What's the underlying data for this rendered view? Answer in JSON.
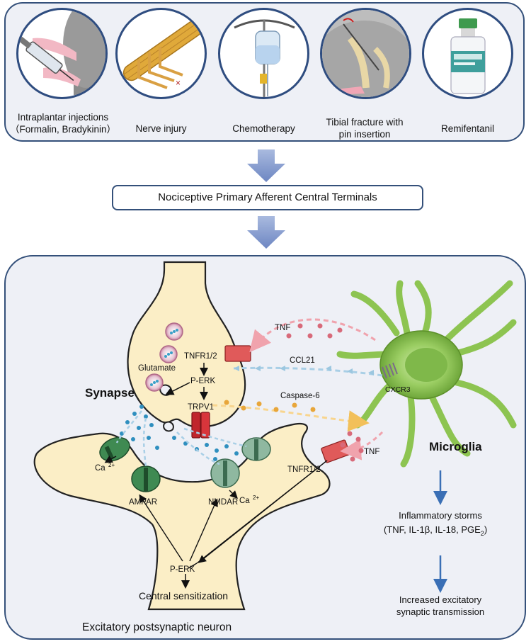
{
  "top_panel": {
    "items": [
      {
        "id": "intraplantar",
        "line1": "Intraplantar injections",
        "line2": "（Formalin, Bradykinin）"
      },
      {
        "id": "nerve",
        "line1": "Nerve injury",
        "line2": ""
      },
      {
        "id": "chemo",
        "line1": "Chemotherapy",
        "line2": ""
      },
      {
        "id": "tibial",
        "line1": "Tibial fracture with",
        "line2": "pin insertion"
      },
      {
        "id": "remi",
        "line1": "Remifentanil",
        "line2": ""
      }
    ]
  },
  "middle_box": "Nociceptive Primary Afferent Central Terminals",
  "synapse": {
    "title": "Synapse",
    "glutamate": "Glutamate",
    "tnfr_pre": "TNFR1/2",
    "perk_pre": "P-ERK",
    "trpv1": "TRPV1",
    "ca_left": "Ca",
    "ca_right": "Ca",
    "ca_sup": "2+",
    "ampar": "AMPAR",
    "nmdar": "NMDAR",
    "tnfr_post": "TNFR1/2",
    "perk_post": "P-ERK",
    "central": "Central sensitization",
    "neuron": "Excitatory postsynaptic neuron"
  },
  "signals": {
    "tnf_top": "TNF",
    "ccl21": "CCL21",
    "caspase6": "Caspase-6",
    "tnf_bottom": "TNF",
    "cxcr3": "CXCR3"
  },
  "microglia": {
    "title": "Microglia",
    "storm_line1": "Inflammatory storms",
    "storm_line2": "(TNF, IL-1β, IL-18, PGE",
    "storm_sub": "2",
    "storm_close": ")",
    "increase_line1": "Increased excitatory",
    "increase_line2": "synaptic transmission"
  },
  "colors": {
    "panel_border": "#34507a",
    "panel_fill": "#eef0f6",
    "neuron_fill": "#fbeec6",
    "microglia_fill": "#8dc451",
    "arrow_blue": "#3a6fb5",
    "receptor_green": "#3f8a52",
    "trpv1_red": "#c0262c"
  }
}
